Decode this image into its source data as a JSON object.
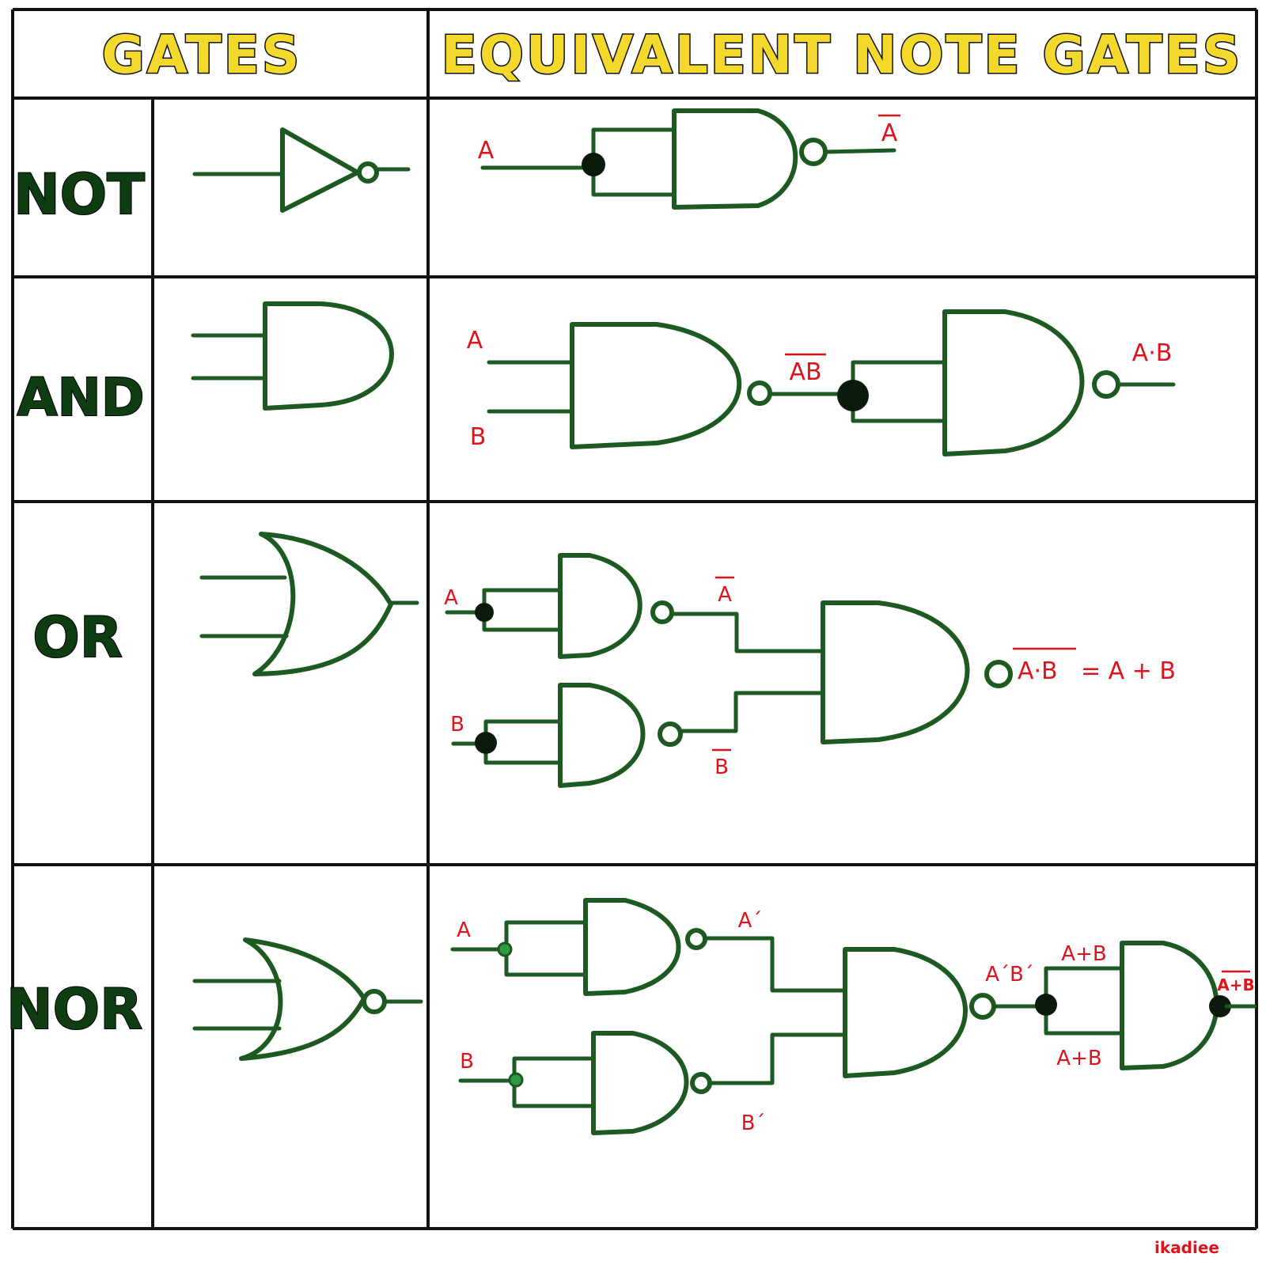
{
  "header": {
    "gates_col": "GATES",
    "equiv_col": "EQUIVALENT NOTE GATES"
  },
  "rows": [
    {
      "name": "NOT"
    },
    {
      "name": "AND"
    },
    {
      "name": "OR"
    },
    {
      "name": "NOR"
    }
  ],
  "labels": {
    "not": {
      "in": "A",
      "out": "A"
    },
    "and": {
      "a": "A",
      "b": "B",
      "mid": "AB",
      "out": "A·B"
    },
    "or": {
      "a": "A",
      "b": "B",
      "a_not": "A",
      "b_not": "B",
      "out_lhs": "A·B",
      "out_rhs": "= A + B"
    },
    "nor": {
      "a": "A",
      "b": "B",
      "a_prime": "A´",
      "b_prime": "B´",
      "ab_prime": "A´B´",
      "or_top": "A+B",
      "or_bot": "A+B",
      "out": "A+B"
    }
  },
  "signature": "ikadiee",
  "colors": {
    "ink": "#1c5a22",
    "label": "#e0131d",
    "header_fill": "#f3d92b"
  }
}
